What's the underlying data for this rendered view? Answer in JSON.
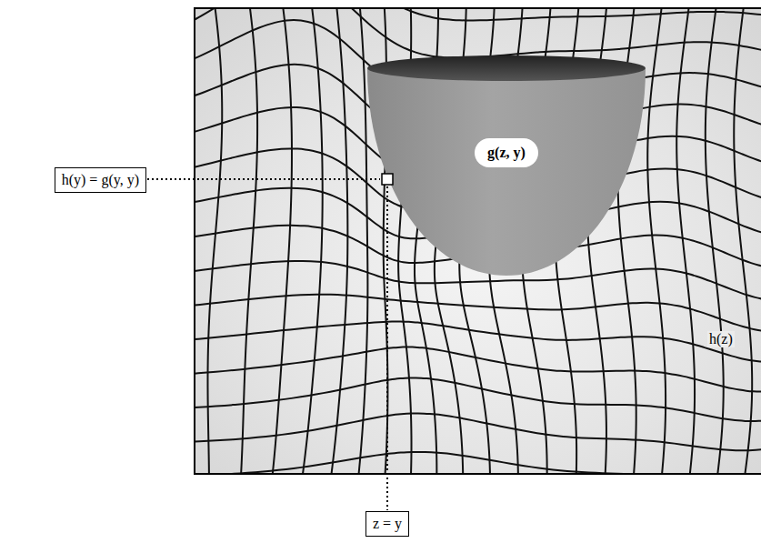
{
  "diagram": {
    "nodes": [
      {
        "text": [
          "h(y) = g(y, y)"
        ]
      },
      {
        "text": [
          "g(z, y)"
        ]
      },
      {
        "text": [
          "z = y"
        ]
      }
    ],
    "labels": [
      "h(z)"
    ]
  }
}
